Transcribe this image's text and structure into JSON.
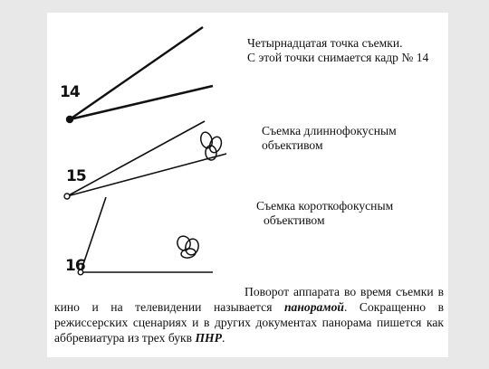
{
  "shots": [
    {
      "number": "14",
      "caption_lines": [
        "Четырнадцатая точка съемки.",
        "С этой точки снимается кадр № 14"
      ]
    },
    {
      "number": "15",
      "caption_lines": [
        "Съемка длиннофокусным",
        "объективом"
      ]
    },
    {
      "number": "16",
      "caption_lines": [
        "Съемка короткофокусным",
        "объективом"
      ]
    }
  ],
  "paragraph": {
    "text_start": "Поворот аппарата во время съемки в кино и на телевидении называется ",
    "term": "панорамой",
    "text_mid": ". Сокращенно в режиссерских сценариях и в других документах панорама пишется как аббревиатура из трех букв ",
    "abbreviation": "ПНР",
    "text_end": "."
  }
}
